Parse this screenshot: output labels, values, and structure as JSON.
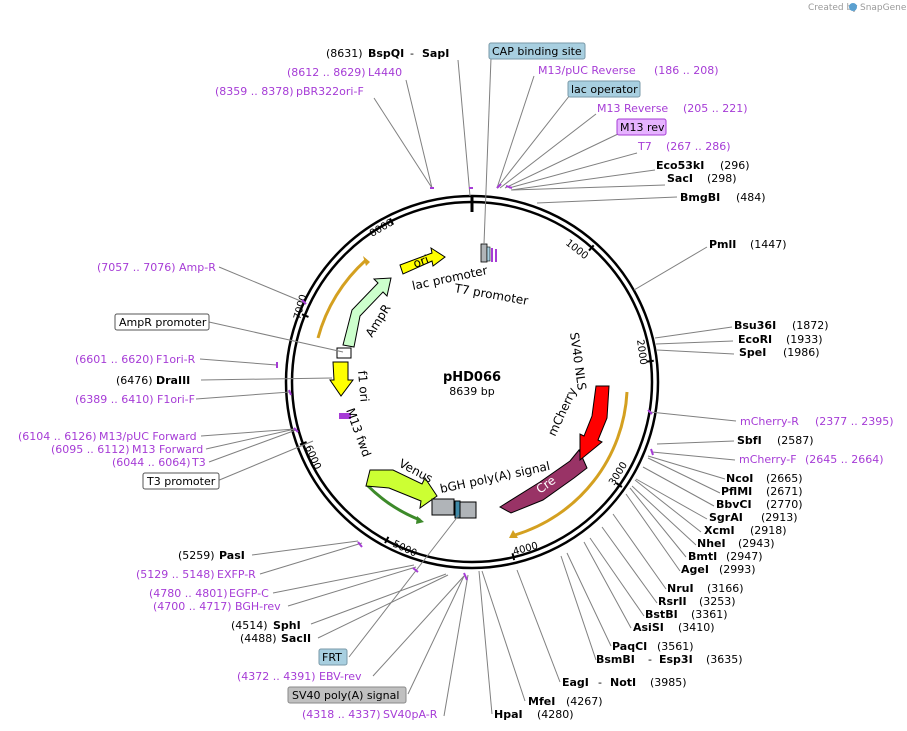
{
  "credit": "Created by",
  "brand": "SnapGene",
  "plasmid": {
    "name": "pHD066",
    "length": "8639 bp"
  },
  "ticks": [
    "1000",
    "2000",
    "3000",
    "4000",
    "5000",
    "6000",
    "7000",
    "8000"
  ],
  "features": {
    "ori": "ori",
    "ampr": "AmpR",
    "f1ori": "f1 ori",
    "m13fwd": "M13 fwd",
    "venus": "Venus",
    "bgh": "bGH poly(A) signal",
    "cre": "Cre",
    "mcherry": "mCherry",
    "sv40nls": "SV40 NLS",
    "lacpromoter": "lac promoter",
    "t7promoter": "T7 promoter"
  },
  "labels": {
    "l1_num": "(8631)",
    "l1_a": "BspQI",
    "l1_sep": "-",
    "l1_b": "SapI",
    "l2_pos": "(8612 .. 8629)",
    "l2_name": "L4440",
    "l3_pos": "(8359 .. 8378)",
    "l3_name": "pBR322ori-F",
    "cap": "CAP binding site",
    "m13puc_rev_name": "M13/pUC Reverse",
    "m13puc_rev_pos": "(186 .. 208)",
    "lacop": "lac operator",
    "m13rev_name": "M13 Reverse",
    "m13rev_pos": "(205 .. 221)",
    "m13rev_box": "M13 rev",
    "t7_name": "T7",
    "t7_pos": "(267 .. 286)",
    "eco53ki": "Eco53kI",
    "eco53ki_num": "(296)",
    "saci": "SacI",
    "saci_num": "(298)",
    "bmgbi": "BmgBI",
    "bmgbi_num": "(484)",
    "pmli": "PmlI",
    "pmli_num": "(1447)",
    "bsu36i": "Bsu36I",
    "bsu36i_num": "(1872)",
    "ecori": "EcoRI",
    "ecori_num": "(1933)",
    "spei": "SpeI",
    "spei_num": "(1986)",
    "mcherryr_name": "mCherry-R",
    "mcherryr_pos": "(2377 .. 2395)",
    "sbfi": "SbfI",
    "sbfi_num": "(2587)",
    "mcherryf_name": "mCherry-F",
    "mcherryf_pos": "(2645 .. 2664)",
    "ncoi": "NcoI",
    "ncoi_num": "(2665)",
    "pflmi": "PflMI",
    "pflmi_num": "(2671)",
    "bbvci": "BbvCI",
    "bbvci_num": "(2770)",
    "sgrai": "SgrAI",
    "sgrai_num": "(2913)",
    "xcmi": "XcmI",
    "xcmi_num": "(2918)",
    "nhei": "NheI",
    "nhei_num": "(2943)",
    "bmti": "BmtI",
    "bmti_num": "(2947)",
    "agei": "AgeI",
    "agei_num": "(2993)",
    "srui": "NruI",
    "srui_num": "(3166)",
    "rsrii": "RsrII",
    "rsrii_num": "(3253)",
    "bstbi": "BstBI",
    "bstbi_num": "(3361)",
    "asisi": "AsiSI",
    "asisi_num": "(3410)",
    "paqci": "PaqCI",
    "paqci_num": "(3561)",
    "bsmbi": "BsmBI",
    "bsmbi_sep": "-",
    "esp3i": "Esp3I",
    "esp3i_num": "(3635)",
    "eagi": "EagI",
    "eagi_sep": "-",
    "noti": "NotI",
    "noti_num": "(3985)",
    "mfei": "MfeI",
    "mfei_num": "(4267)",
    "hpai": "HpaI",
    "hpai_num": "(4280)",
    "sv40pa_pos": "(4318 .. 4337)",
    "sv40pa_name": "SV40pA-R",
    "sv40pa_box": "SV40 poly(A) signal",
    "ebv_pos": "(4372 .. 4391)",
    "ebv_name": "EBV-rev",
    "frt": "FRT",
    "sacii_num": "(4488)",
    "sacii": "SacII",
    "sphi_num": "(4514)",
    "sphi": "SphI",
    "bgh_pos": "(4700 .. 4717)",
    "bgh_name": "BGH-rev",
    "egfpc_pos": "(4780 .. 4801)",
    "egfpc_name": "EGFP-C",
    "exfp_pos": "(5129 .. 5148)",
    "exfp_name": "EXFP-R",
    "pasi_num": "(5259)",
    "pasi": "PasI",
    "t3promoter": "T3 promoter",
    "t3_pos": "(6044 .. 6064)",
    "t3_name": "T3",
    "m13fwd_pos": "(6095 .. 6112)",
    "m13fwd_name": "M13 Forward",
    "m13pucf_pos": "(6104 .. 6126)",
    "m13pucf_name": "M13/pUC Forward",
    "f1orif_pos": "(6389 .. 6410)",
    "f1orif_name": "F1ori-F",
    "drai_num": "(6476)",
    "drai": "DraIII",
    "f1orir_pos": "(6601 .. 6620)",
    "f1orir_name": "F1ori-R",
    "amprpromoter": "AmpR promoter",
    "ampr_pos": "(7057 .. 7076)",
    "ampr_name": "Amp-R"
  },
  "colors": {
    "backbone": "#000000",
    "primer": "#a63cd6",
    "ori_fill": "#ffff00",
    "ampr_fill": "#ccffcc",
    "venus_fill": "#ccff33",
    "mcherry_fill": "#ff0000",
    "cre_fill": "#993366",
    "orange_arc": "#d4a020",
    "blue_box": "#a8cfe0",
    "gray_box": "#c0c0c0",
    "lav_box": "#e6b3ff",
    "leader": "#808080"
  }
}
